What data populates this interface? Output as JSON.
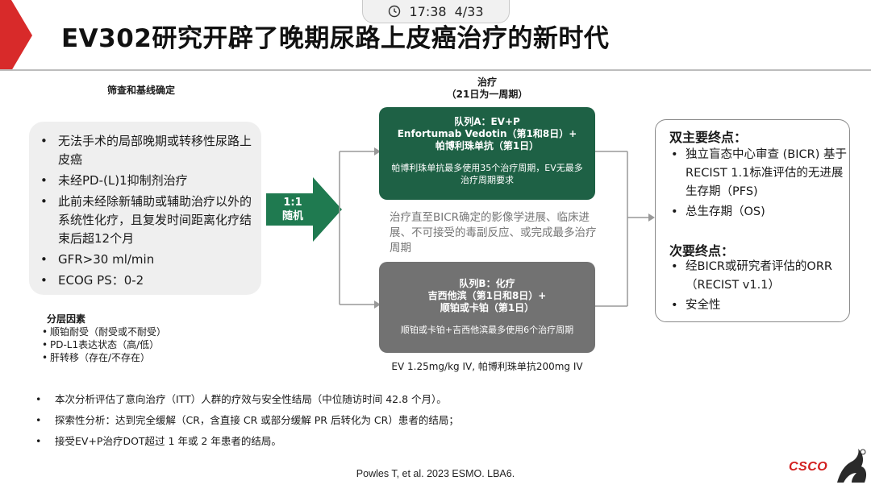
{
  "status_bar": {
    "time": "17:38",
    "page_indicator": "4/33"
  },
  "colors": {
    "accent_red": "#d82a2a",
    "arm_a": "#1e6145",
    "arm_b": "#727272",
    "arrow_green": "#1f7a50"
  },
  "title": "EV302研究开辟了晚期尿路上皮癌治疗的新时代",
  "screening": {
    "heading": "筛查和基线确定",
    "criteria": [
      "无法手术的局部晚期或转移性尿路上皮癌",
      "未经PD-(L)1抑制剂治疗",
      "此前未经除新辅助或辅助治疗以外的系统性化疗，且复发时间距离化疗结束后超12个月",
      "GFR>30 ml/min",
      "ECOG PS：0-2"
    ]
  },
  "stratification": {
    "heading": "分层因素",
    "items": [
      "顺铂耐受（耐受或不耐受）",
      "PD-L1表达状态（高/低）",
      "肝转移（存在/不存在）"
    ]
  },
  "randomization": {
    "ratio": "1:1",
    "label": "随机"
  },
  "treatment": {
    "heading": "治疗",
    "cycle": "（21日为一周期）",
    "arm_a": {
      "title_lines": [
        "队列A：EV+P",
        "Enfortumab Vedotin（第1和8日）+",
        "帕博利珠单抗（第1日）"
      ],
      "note": "帕博利珠单抗最多使用35个治疗周期，EV无最多治疗周期要求"
    },
    "arm_b": {
      "title_lines": [
        "队列B：化疗",
        "吉西他滨（第1日和8日）+",
        "顺铂或卡铂（第1日）"
      ],
      "note": "顺铂或卡铂+吉西他滨最多使用6个治疗周期"
    },
    "until_note": "治疗直至BICR确定的影像学进展、临床进展、不可接受的毒副反应、或完成最多治疗周期",
    "dose": "EV 1.25mg/kg IV, 帕博利珠单抗200mg IV"
  },
  "endpoints": {
    "primary_heading": "双主要终点：",
    "primary": [
      "独立盲态中心审查 (BICR) 基于RECIST 1.1标准评估的无进展生存期（PFS)",
      "总生存期（OS)"
    ],
    "secondary_heading": "次要终点：",
    "secondary": [
      "经BICR或研究者评估的ORR （RECIST v1.1）",
      "安全性"
    ]
  },
  "notes": [
    "本次分析评估了意向治疗（ITT）人群的疗效与安全性结局（中位随访时间 42.8 个月）。",
    "探索性分析：达到完全缓解（CR，含直接 CR 或部分缓解 PR 后转化为 CR）患者的结局；",
    "接受EV+P治疗DOT超过 1 年或 2 年患者的结局。"
  ],
  "citation": "Powles T, et al. 2023 ESMO. LBA6.",
  "logo_text": "CSCO"
}
